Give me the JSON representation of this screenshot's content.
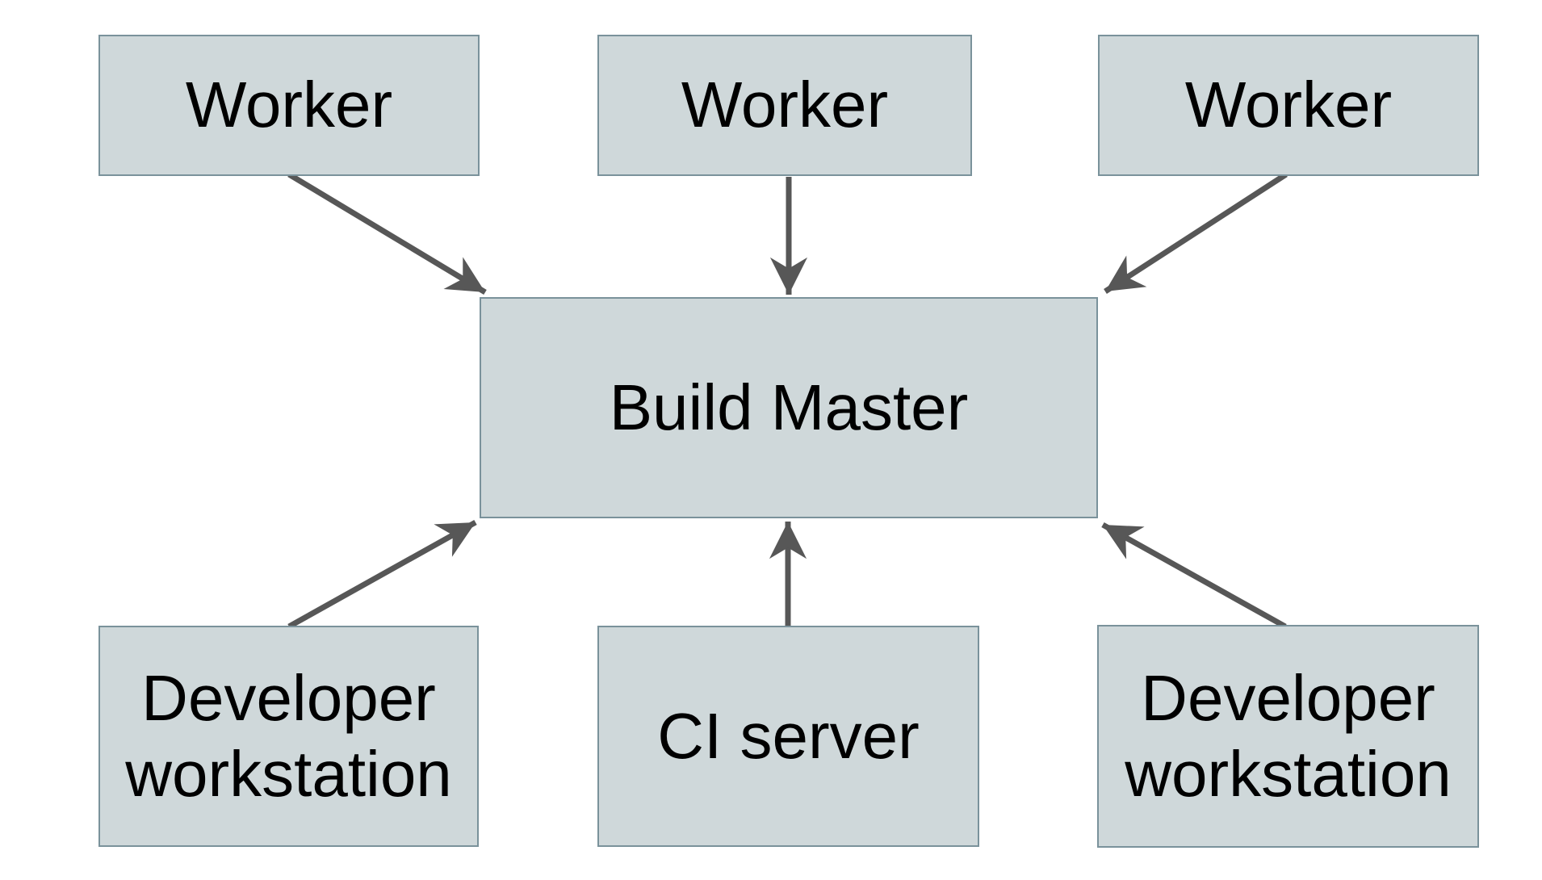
{
  "diagram": {
    "background_color": "#ffffff",
    "node_fill_color": "#cfd8da",
    "node_border_color": "#7a929b",
    "arrow_color": "#575757",
    "text_color": "#000000",
    "nodes": [
      {
        "id": "worker-1",
        "label": "Worker"
      },
      {
        "id": "worker-2",
        "label": "Worker"
      },
      {
        "id": "worker-3",
        "label": "Worker"
      },
      {
        "id": "build-master",
        "label": "Build Master"
      },
      {
        "id": "developer-workstation-left",
        "label": "Developer workstation"
      },
      {
        "id": "ci-server",
        "label": "CI server"
      },
      {
        "id": "developer-workstation-right",
        "label": "Developer workstation"
      }
    ],
    "edges": [
      {
        "from": "worker-1",
        "to": "build-master"
      },
      {
        "from": "worker-2",
        "to": "build-master"
      },
      {
        "from": "worker-3",
        "to": "build-master"
      },
      {
        "from": "developer-workstation-left",
        "to": "build-master"
      },
      {
        "from": "ci-server",
        "to": "build-master"
      },
      {
        "from": "developer-workstation-right",
        "to": "build-master"
      }
    ]
  }
}
